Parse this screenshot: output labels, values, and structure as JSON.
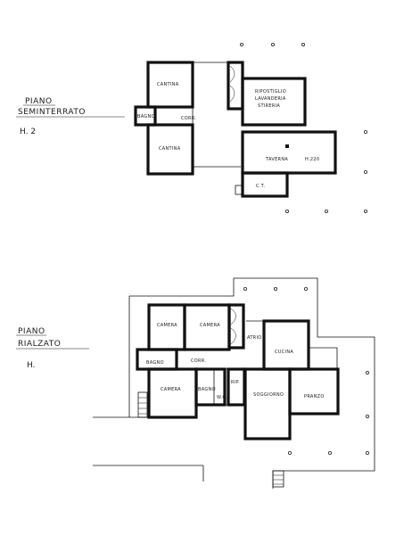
{
  "floors": [
    {
      "title_line1": "PIANO",
      "title_line2": "SEMINTERRATO",
      "level": "H. 2",
      "rooms": {
        "cantina_top": "CANTINA",
        "cantina_bottom": "CANTINA",
        "bagno": "BAGNO",
        "corr": "CORR.",
        "ripostiglio": "RIPOSTIGLIO",
        "lavanderia": "LAVANDERIA",
        "stireria": "STIRERIA",
        "taverna": "TAVERNA",
        "taverna_h": "H.220",
        "ct": "C.T."
      }
    },
    {
      "title_line1": "PIANO",
      "title_line2": "RIALZATO",
      "level": "H.",
      "rooms": {
        "camera_left": "CAMERA",
        "camera_mid": "CAMERA",
        "bagno": "BAGNO",
        "corr": "CORR.",
        "camera_bottom": "CAMERA",
        "bagno2": "BAGNO",
        "wc": "W.C.",
        "rip": "RIP.",
        "atrio": "ATRIO",
        "cucina": "CUCINA",
        "soggiorno": "SOGGIORNO",
        "pranzo": "PRANZO"
      }
    }
  ]
}
